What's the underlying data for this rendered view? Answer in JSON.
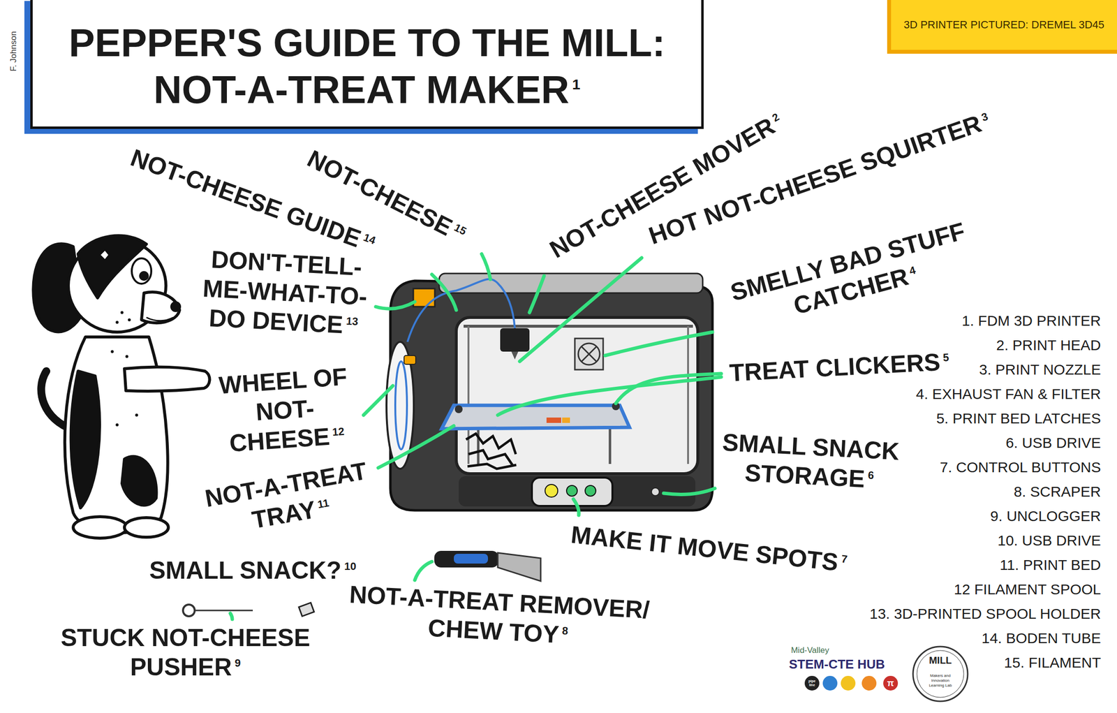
{
  "diagram": {
    "title": "PEPPER'S GUIDE TO THE MILL: NOT-A-TREAT MAKER",
    "nodes": [
      {
        "text": [
          "3D PRINTER PICTURED: DREMEL 3D45"
        ]
      }
    ],
    "labels": [
      "1",
      "NOT-CHEESE GUIDE",
      "14",
      "NOT-CHEESE",
      "15",
      "NOT-CHEESE MOVER",
      "2",
      "HOT NOT-CHEESE SQUIRTER",
      "3",
      "DON'T-TELL-ME-WHAT-TO-DO DEVICE",
      "13",
      "SMELLY BAD STUFF CATCHER",
      "4",
      "WHEEL OF NOT-CHEESE",
      "12",
      "TREAT CLICKERS",
      "5",
      "NOT-A-TREAT TRAY",
      "11",
      "SMALL SNACK STORAGE",
      "6",
      "MAKE IT MOVE SPOTS",
      "7",
      "SMALL SNACK?",
      "10",
      "NOT-A-TREAT REMOVER/ CHEW TOY",
      "8",
      "STUCK NOT-CHEESE PUSHER",
      "9",
      "1. FDM 3D PRINTER",
      "2. PRINT HEAD",
      "3. PRINT NOZZLE",
      "4. EXHAUST FAN & FILTER",
      "5. PRINT BED LATCHES",
      "6. USB DRIVE",
      "7. CONTROL BUTTONS",
      "8. SCRAPER",
      "9. UNCLOGGER",
      "10. USB DRIVE",
      "11. PRINT BED",
      "12 FILAMENT SPOOL",
      "13. 3D-PRINTED SPOOL HOLDER",
      "14. BODEN TUBE",
      "15. FILAMENT",
      "Mid-Valley",
      "STEM-CTE HUB",
      "pipe line",
      "π",
      "MILL",
      "Makers and Innovation Learning Lab",
      "F. Johnson"
    ]
  }
}
